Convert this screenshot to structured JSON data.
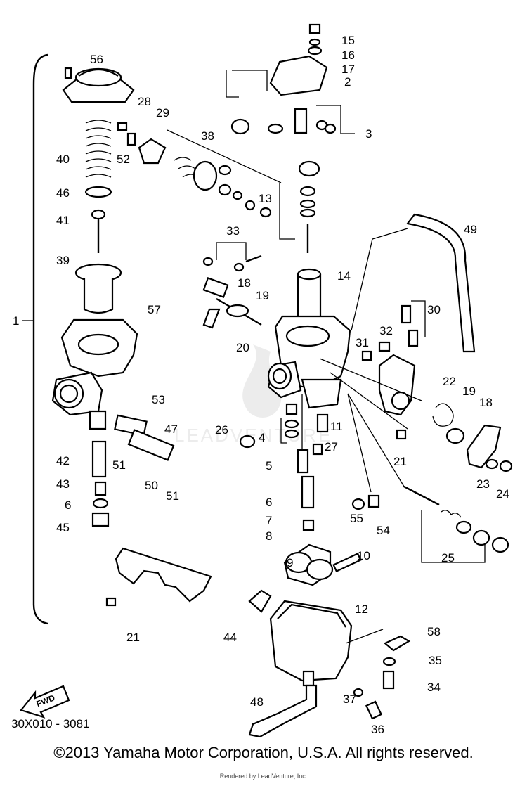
{
  "diagram": {
    "part_labels": [
      "1",
      "2",
      "3",
      "4",
      "5",
      "6",
      "6",
      "7",
      "8",
      "9",
      "10",
      "11",
      "12",
      "13",
      "14",
      "15",
      "16",
      "17",
      "18",
      "18",
      "19",
      "19",
      "20",
      "21",
      "21",
      "22",
      "23",
      "24",
      "25",
      "26",
      "27",
      "28",
      "29",
      "30",
      "31",
      "32",
      "33",
      "34",
      "35",
      "36",
      "37",
      "38",
      "39",
      "40",
      "41",
      "42",
      "43",
      "44",
      "45",
      "46",
      "47",
      "48",
      "49",
      "50",
      "51",
      "51",
      "52",
      "53",
      "54",
      "55",
      "56",
      "57",
      "58"
    ],
    "forward_arrow_label": "FWD",
    "diagram_code": "30X010 - 3081",
    "watermark_text": "LEADVENTURE"
  },
  "footer": {
    "copyright": "©2013 Yamaha Motor Corporation, U.S.A. All rights reserved.",
    "rendered_by": "Rendered by LeadVenture, Inc."
  }
}
